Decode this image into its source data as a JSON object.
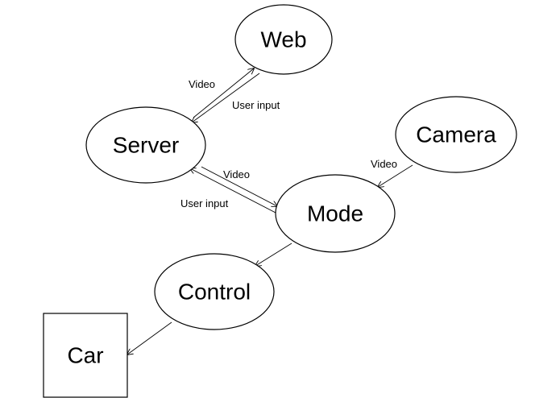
{
  "nodes": {
    "web": {
      "label": "Web"
    },
    "server": {
      "label": "Server"
    },
    "camera": {
      "label": "Camera"
    },
    "mode": {
      "label": "Mode"
    },
    "control": {
      "label": "Control"
    },
    "car": {
      "label": "Car"
    }
  },
  "edges": {
    "server_to_web": {
      "label": "Video"
    },
    "web_to_server": {
      "label": "User input"
    },
    "server_to_mode": {
      "label": "Video"
    },
    "mode_to_server": {
      "label": "User input"
    },
    "camera_to_mode": {
      "label": "Video"
    }
  },
  "colors": {
    "stroke": "#000000",
    "background": "#ffffff"
  }
}
